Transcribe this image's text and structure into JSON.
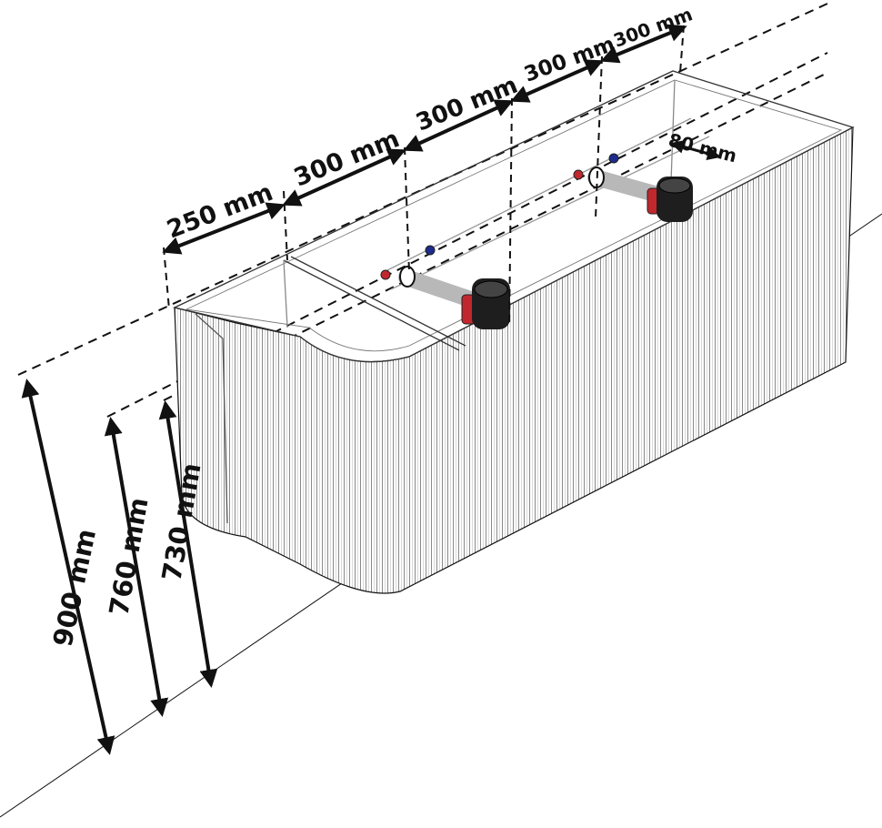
{
  "dimensions": {
    "widths": [
      "250 mm",
      "300 mm",
      "300 mm",
      "300 mm",
      "300 mm"
    ],
    "offset": "80 mm",
    "heights": [
      "900 mm",
      "760 mm",
      "730 mm"
    ]
  },
  "colors": {
    "line": "#111111",
    "hot_water": "#c0282d",
    "cold_water": "#1c2b8c",
    "pipe": "#b8b8b8",
    "trap": "#1e1e1e"
  }
}
